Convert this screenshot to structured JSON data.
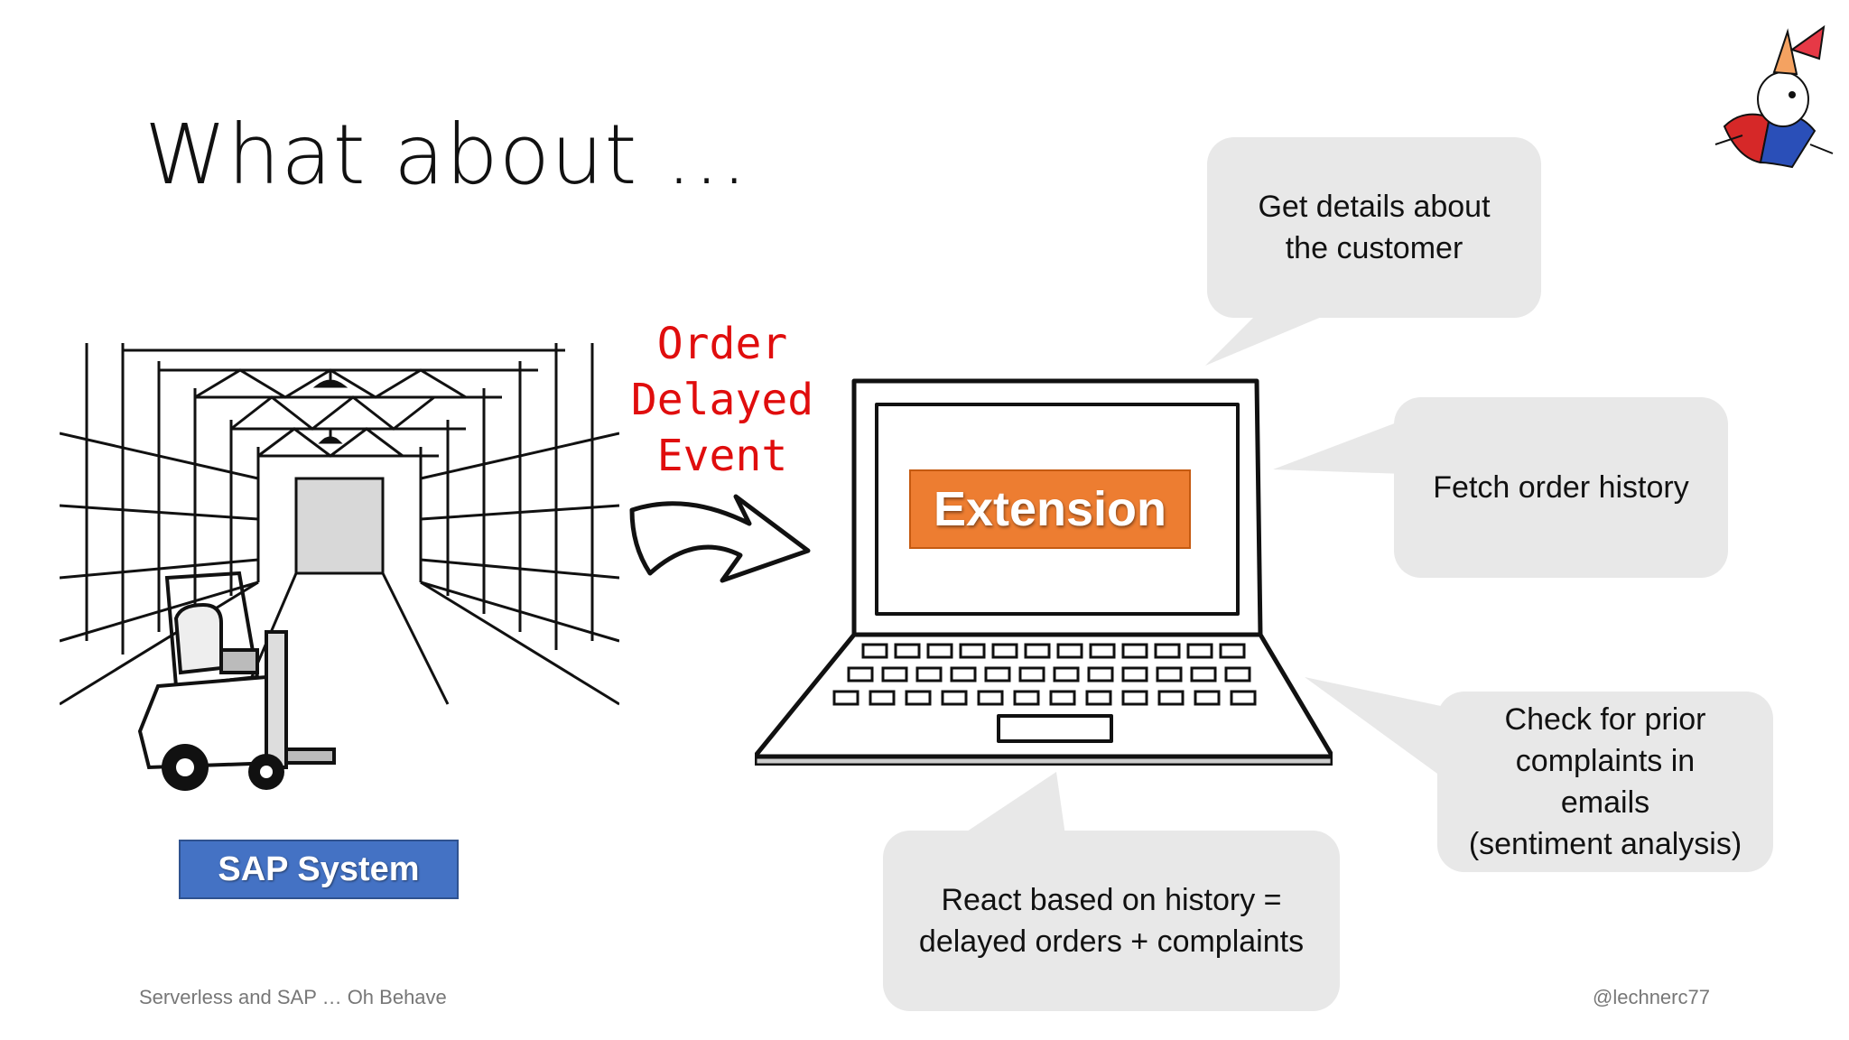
{
  "slide": {
    "title": "What about …",
    "event_label": [
      "Order",
      "Delayed",
      "Event"
    ],
    "sap_system_label": "SAP System",
    "extension_label": "Extension",
    "bubbles": {
      "customer": [
        "Get details about",
        "the customer"
      ],
      "order_history": [
        "Fetch order history"
      ],
      "complaints": [
        "Check for prior",
        "complaints in",
        "emails",
        "(sentiment analysis)"
      ],
      "react": [
        "React based on history =",
        "delayed orders + complaints"
      ]
    },
    "footer_left": "Serverless and SAP … Oh Behave",
    "footer_right": "@lechnerc77"
  },
  "colors": {
    "event_text": "#e00d0d",
    "sap_box": "#4472c4",
    "extension_box": "#ed7d31",
    "bubble_fill": "#e8e8e8"
  },
  "icons": [
    "warehouse-illustration",
    "forklift-icon",
    "curved-arrow-icon",
    "laptop-illustration",
    "mascot-icon"
  ]
}
